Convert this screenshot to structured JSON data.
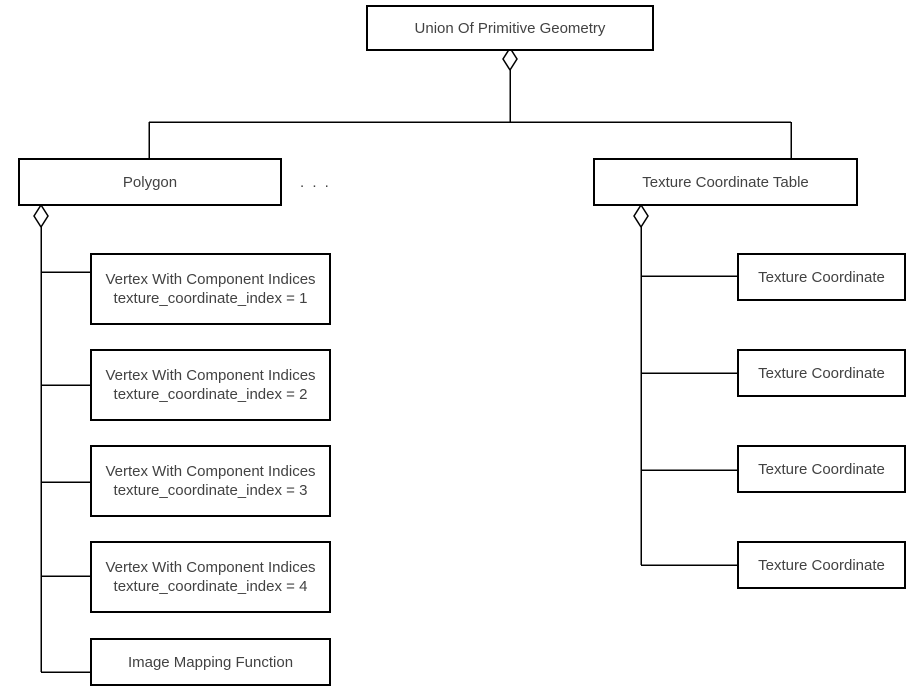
{
  "colors": {
    "background": "#ffffff",
    "line": "#000000",
    "box-border": "#000000",
    "box-fill": "#ffffff",
    "text": "#424242"
  },
  "root": {
    "label": "Union Of Primitive Geometry"
  },
  "ellipsis": ". . .",
  "left_branch": {
    "parent": "Polygon",
    "children": [
      {
        "line1": "Vertex With Component Indices",
        "line2": "texture_coordinate_index = 1"
      },
      {
        "line1": "Vertex With Component Indices",
        "line2": "texture_coordinate_index = 2"
      },
      {
        "line1": "Vertex With Component Indices",
        "line2": "texture_coordinate_index = 3"
      },
      {
        "line1": "Vertex With Component Indices",
        "line2": "texture_coordinate_index = 4"
      },
      {
        "label": "Image Mapping Function"
      }
    ]
  },
  "right_branch": {
    "parent": "Texture Coordinate Table",
    "children": [
      {
        "label": "Texture Coordinate"
      },
      {
        "label": "Texture Coordinate"
      },
      {
        "label": "Texture Coordinate"
      },
      {
        "label": "Texture Coordinate"
      }
    ]
  }
}
